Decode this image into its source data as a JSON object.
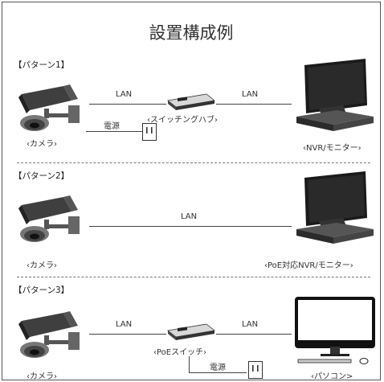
{
  "title": "設置構成例",
  "patterns": [
    {
      "heading": "【パターン1】",
      "camera_label": "‹カメラ›",
      "lan_left": "LAN",
      "lan_right": "LAN",
      "hub_label": "‹スイッチングハブ›",
      "power_label": "電源",
      "display_label": "‹NVR/モニター›"
    },
    {
      "heading": "【パターン2】",
      "camera_label": "‹カメラ›",
      "lan": "LAN",
      "display_label": "‹PoE対応NVR/モニター›"
    },
    {
      "heading": "【パターン3】",
      "camera_label": "‹カメラ›",
      "lan_left": "LAN",
      "lan_right": "LAN",
      "switch_label": "‹PoEスイッチ›",
      "power_label": "電源",
      "pc_label": "‹パソコン>"
    }
  ]
}
